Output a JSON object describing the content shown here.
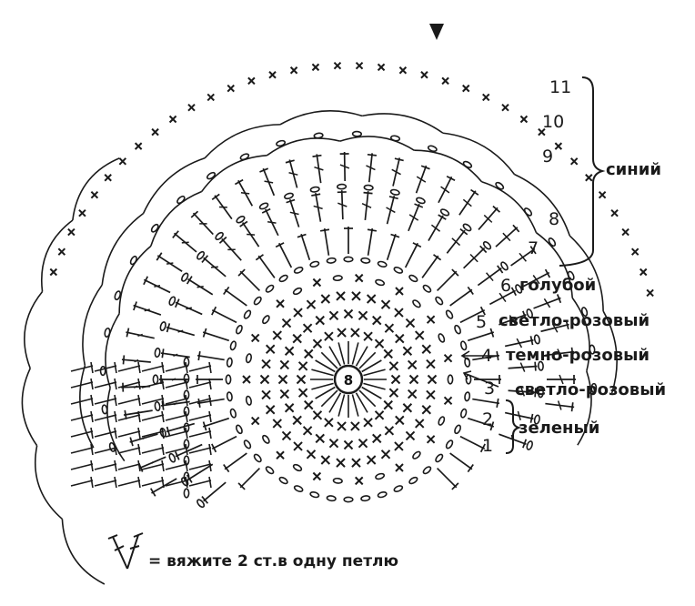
{
  "rows": [
    {
      "num": "1"
    },
    {
      "num": "2"
    },
    {
      "num": "3"
    },
    {
      "num": "4"
    },
    {
      "num": "5"
    },
    {
      "num": "6"
    },
    {
      "num": "7"
    },
    {
      "num": "8"
    },
    {
      "num": "9"
    },
    {
      "num": "10"
    },
    {
      "num": "11"
    }
  ],
  "color_labels": {
    "row6": "голубой",
    "row5": "светло-розовый",
    "row4": "темно-розовый",
    "row3": "светло-розовый",
    "rows_1_2": "зеленый",
    "rows_7_11": "синий"
  },
  "center_number": "8",
  "legend": {
    "text": "= вяжите 2 ст.в одну петлю"
  },
  "colors": {
    "ink": "#1a1a1a"
  }
}
